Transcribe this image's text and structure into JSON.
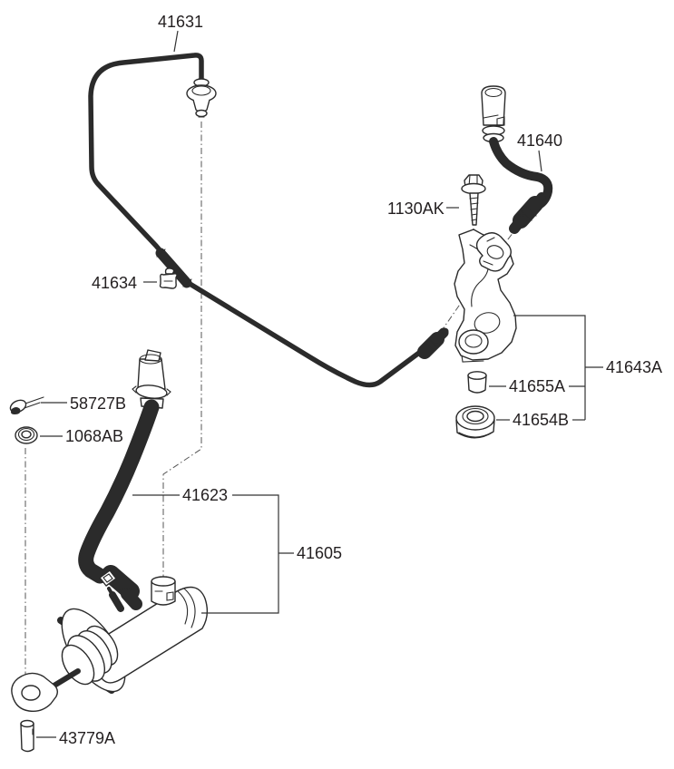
{
  "page": {
    "background": "#ffffff"
  },
  "diagram": {
    "kind": "automotive-exploded-parts-diagram",
    "line_color": "#2b2b2b",
    "text_color": "#231f20",
    "parts": {
      "clutch_tube": "41631",
      "clutch_hose": "41640",
      "flange_bolt": "1130AK",
      "tube_clip": "41634",
      "bracket_assembly": "41643A",
      "bushing": "41655A",
      "grommet": "41654B",
      "retainer_clip": "58727B",
      "washer": "1068AB",
      "reservoir_hose": "41623",
      "master_cylinder_assembly": "41605",
      "clevis_pin": "43779A"
    }
  }
}
